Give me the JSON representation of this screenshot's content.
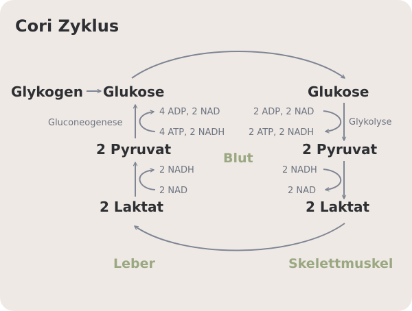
{
  "title": "Cori Zyklus",
  "liver": {
    "glycogen": "Glykogen",
    "glucose": "Glukose",
    "pyruvate": "2 Pyruvat",
    "lactate": "2 Laktat",
    "process": "Gluconeogenese",
    "step1_in": "4 ADP, 2 NAD",
    "step1_out": "4 ATP, 2 NADH",
    "step2_in": "2 NADH",
    "step2_out": "2 NAD",
    "location": "Leber"
  },
  "muscle": {
    "glucose": "Glukose",
    "pyruvate": "2 Pyruvat",
    "lactate": "2 Laktat",
    "process": "Glykolyse",
    "step1_in": "2 ADP, 2 NAD",
    "step1_out": "2 ATP, 2 NADH",
    "step2_in": "2 NADH",
    "step2_out": "2 NAD",
    "location": "Skelettmuskel"
  },
  "blood": "Blut",
  "colors": {
    "background": "#efe9e5",
    "text": "#2d2f33",
    "secondary_text": "#6c7380",
    "accent_green": "#9aa882",
    "arrow": "#7e8593"
  }
}
